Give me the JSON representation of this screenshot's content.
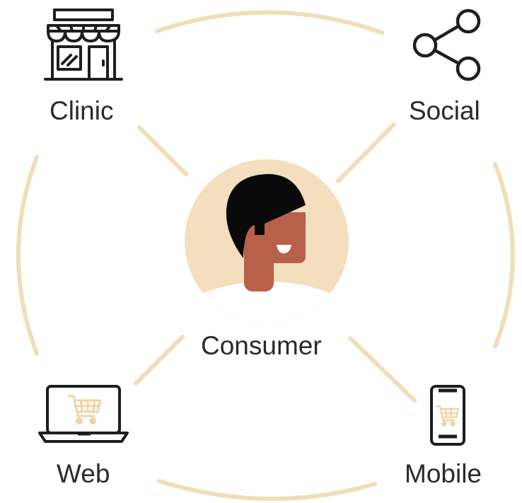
{
  "diagram": {
    "center": {
      "label": "Consumer",
      "icon": "consumer-avatar"
    },
    "nodes": [
      {
        "id": "clinic",
        "label": "Clinic",
        "icon": "storefront-icon"
      },
      {
        "id": "social",
        "label": "Social",
        "icon": "share-icon"
      },
      {
        "id": "web",
        "label": "Web",
        "icon": "laptop-cart-icon"
      },
      {
        "id": "mobile",
        "label": "Mobile",
        "icon": "phone-cart-icon"
      }
    ],
    "colors": {
      "ring": "#F2DDB8",
      "spoke": "#F2DDB8",
      "center_bg": "#F3DFBD",
      "skin": "#B8604A",
      "hair": "#0A0A0A",
      "icon_stroke": "#1E1E1E",
      "cart_accent": "#F0D4A8",
      "text": "#2A2A2A"
    }
  }
}
